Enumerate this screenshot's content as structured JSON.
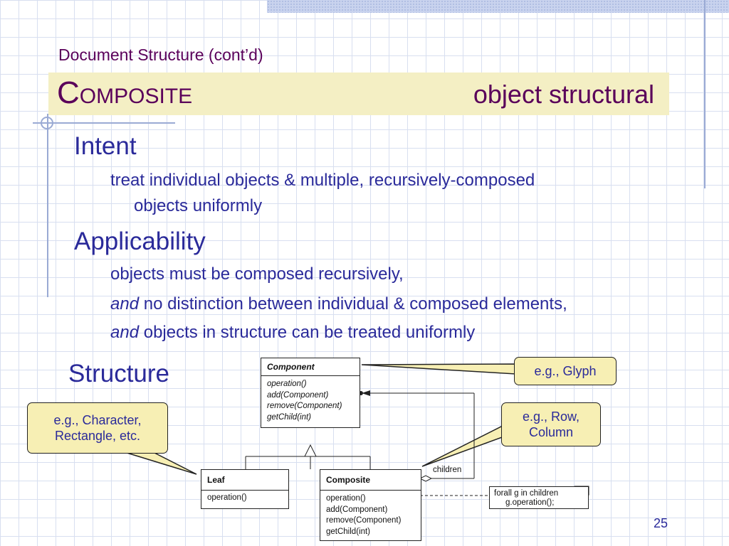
{
  "slide": {
    "subtitle": "Document Structure (cont’d)",
    "title_cap": "C",
    "title_rest": "OMPOSITE",
    "title_right": "object structural",
    "page_number": "25"
  },
  "intent": {
    "heading": "Intent",
    "line1": "treat individual objects & multiple, recursively-composed",
    "line2": "objects uniformly"
  },
  "applicability": {
    "heading": "Applicability",
    "line1": "objects must be composed recursively,",
    "and_word": "and",
    "line2": " no distinction between individual & composed elements,",
    "line3": " objects in structure can be treated uniformly"
  },
  "structure": {
    "heading": "Structure",
    "component": {
      "name": "Component",
      "ops": [
        "operation()",
        "add(Component)",
        "remove(Component)",
        "getChild(int)"
      ]
    },
    "leaf": {
      "name": "Leaf",
      "ops": [
        "operation()"
      ]
    },
    "composite": {
      "name": "Composite",
      "ops": [
        "operation()",
        "add(Component)",
        "remove(Component)",
        "getChild(int)"
      ]
    },
    "children_label": "children",
    "note_line1": "forall g in children",
    "note_line2": "g.operation();"
  },
  "callouts": {
    "glyph": "e.g., Glyph",
    "leaf_line1": "e.g., Character,",
    "leaf_line2": "Rectangle, etc.",
    "composite_line1": "e.g., Row,",
    "composite_line2": "Column"
  },
  "colors": {
    "title": "#5a005a",
    "body": "#2a2a9a",
    "title_bar": "#f4efc4",
    "callout": "#f7efb4",
    "grid": "#d8dff0"
  }
}
